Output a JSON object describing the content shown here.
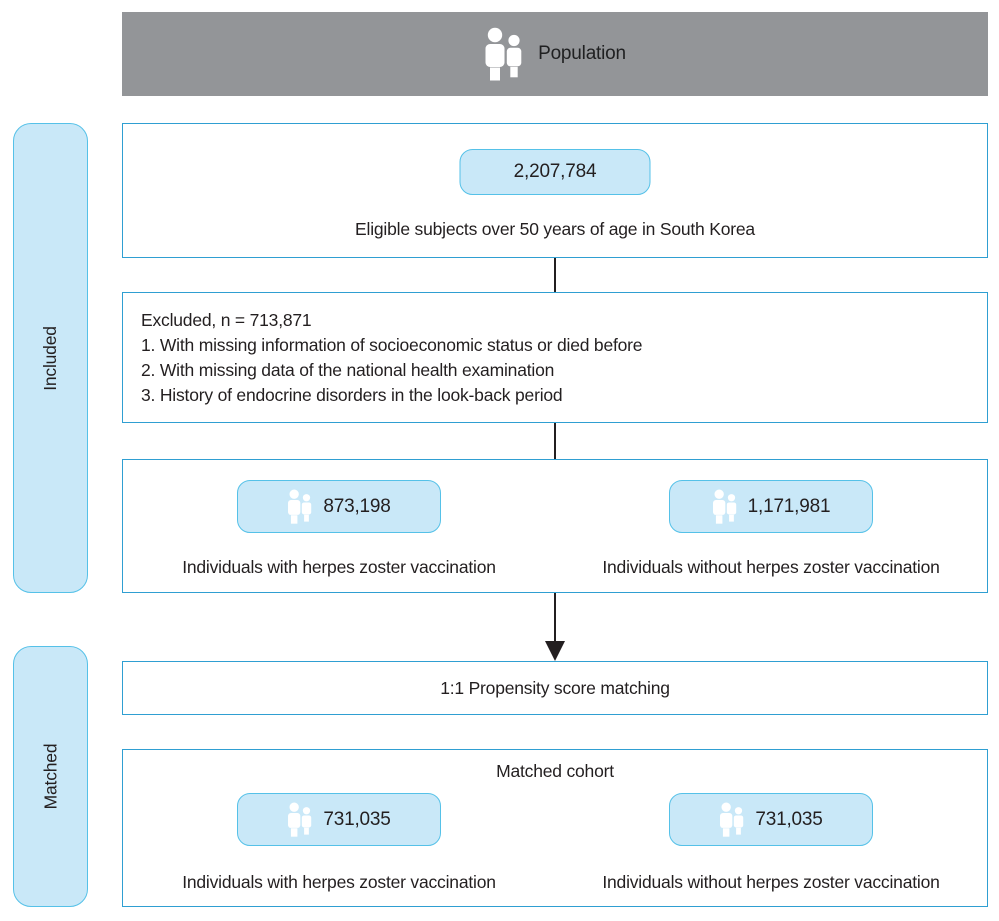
{
  "header": {
    "title": "Population"
  },
  "rails": {
    "included": "Included",
    "matched": "Matched"
  },
  "flow": {
    "eligible": {
      "count": "2,207,784",
      "label": "Eligible subjects over 50 years of age in South Korea"
    },
    "excluded": {
      "title": "Excluded, n = 713,871",
      "reasons": [
        "1. With missing information of socioeconomic status or died before",
        "2. With missing data of the national health examination",
        "3. History of endocrine disorders in the look-back period"
      ]
    },
    "cohorts": {
      "groups": [
        {
          "count": "873,198",
          "label": "Individuals with herpes zoster vaccination"
        },
        {
          "count": "1,171,981",
          "label": "Individuals without herpes zoster vaccination"
        }
      ]
    },
    "matching": {
      "label": "1:1 Propensity score matching"
    },
    "matched": {
      "title": "Matched cohort",
      "groups": [
        {
          "count": "731,035",
          "label": "Individuals with herpes zoster vaccination"
        },
        {
          "count": "731,035",
          "label": "Individuals without herpes zoster vaccination"
        }
      ]
    }
  },
  "colors": {
    "header_bg": "#939598",
    "box_border": "#2f9fd2",
    "pill_fill": "#c9e8f8",
    "pill_border": "#55c1e8",
    "text": "#231f20"
  }
}
